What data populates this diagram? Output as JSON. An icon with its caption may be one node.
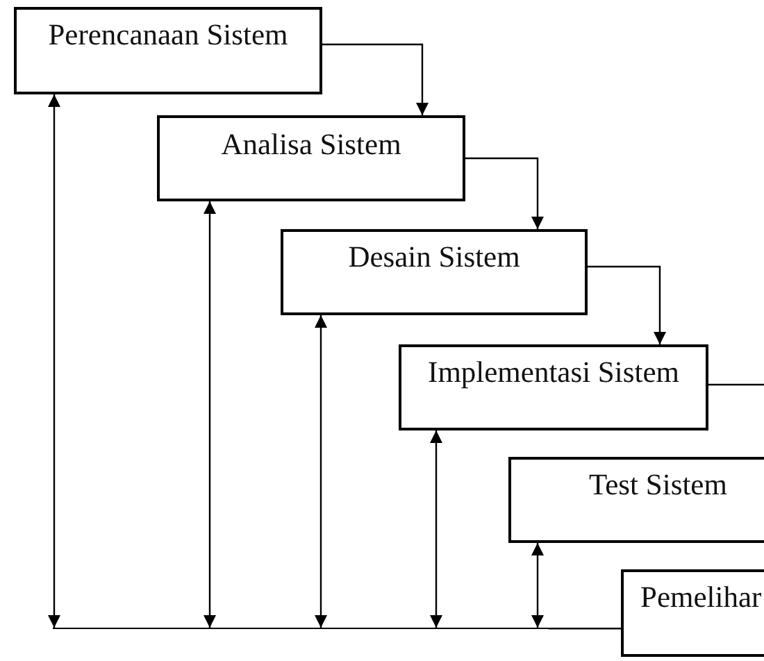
{
  "diagram": {
    "nodes": [
      {
        "text": [
          "Perencanaan Sistem"
        ]
      },
      {
        "text": [
          "Analisa Sistem"
        ]
      },
      {
        "text": [
          "Desain Sistem"
        ]
      },
      {
        "text": [
          "Implementasi Sistem"
        ]
      },
      {
        "text": [
          "Test Sistem"
        ]
      },
      {
        "text": [
          "Pemelihar"
        ]
      },
      {
        "text": [],
        "shape": "bar"
      }
    ],
    "edges": [
      {
        "from": 0,
        "to": 1,
        "arrow": "to"
      },
      {
        "from": 1,
        "to": 2,
        "arrow": "to"
      },
      {
        "from": 2,
        "to": 3,
        "arrow": "to"
      },
      {
        "from": 3,
        "to": null,
        "arrow": "none"
      },
      {
        "from": 5,
        "to": 6,
        "arrow": "none"
      },
      {
        "from": 6,
        "to": 0,
        "arrow": "both"
      },
      {
        "from": 6,
        "to": 1,
        "arrow": "both"
      },
      {
        "from": 6,
        "to": 2,
        "arrow": "both"
      },
      {
        "from": 6,
        "to": 3,
        "arrow": "both"
      },
      {
        "from": 6,
        "to": 4,
        "arrow": "both"
      }
    ]
  }
}
